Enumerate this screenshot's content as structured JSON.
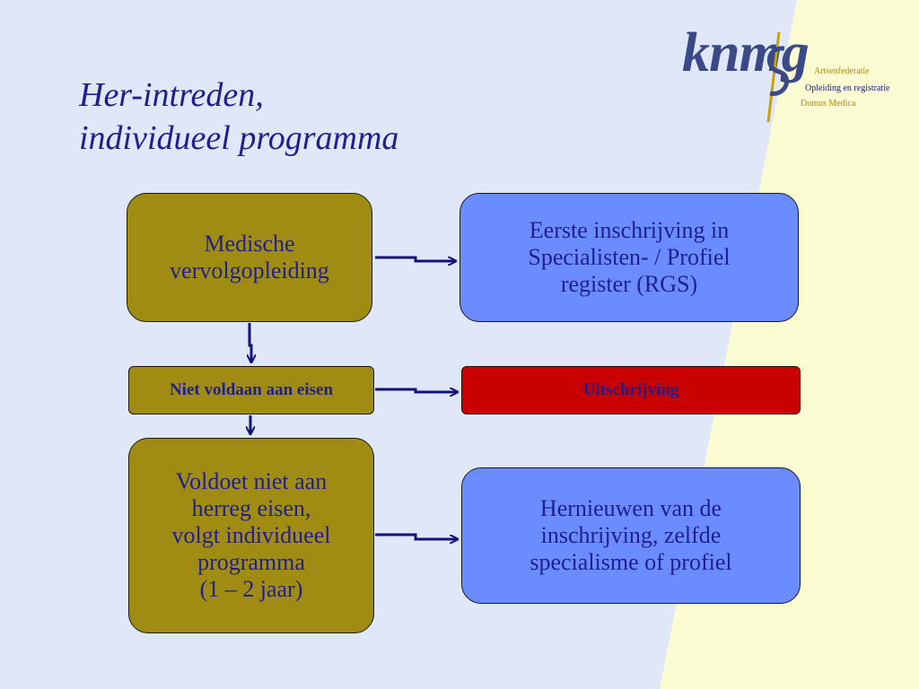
{
  "slide": {
    "title_line1": "Her-intreden,",
    "title_line2": "individueel programma",
    "colors": {
      "background": "#dfe7f8",
      "accent_panel": "#fcfcd2",
      "olive": "#a08c12",
      "blue": "#6a8cff",
      "red": "#c80000",
      "text": "#1f1f8f"
    }
  },
  "logo": {
    "wordmark": "knmg",
    "line1": "Artsenfederatie",
    "line2": "Opleiding en registratie",
    "line3": "Domus Medica",
    "icon": "staff-of-asclepius-icon"
  },
  "flow": {
    "medische": "Medische\nvervolgopleiding",
    "eerste": "Eerste inschrijving in\nSpecialisten- / Profiel\nregister (RGS)",
    "niet_voldaan": "Niet voldaan aan eisen",
    "uitschrijving": "Uitschrijving",
    "voldoet_niet": "Voldoet niet aan\nherreg eisen,\nvolgt individueel\nprogramma\n(1 – 2 jaar)",
    "hernieuwen": "Hernieuwen van de\ninschrijving, zelfde\nspecialisme of profiel"
  }
}
